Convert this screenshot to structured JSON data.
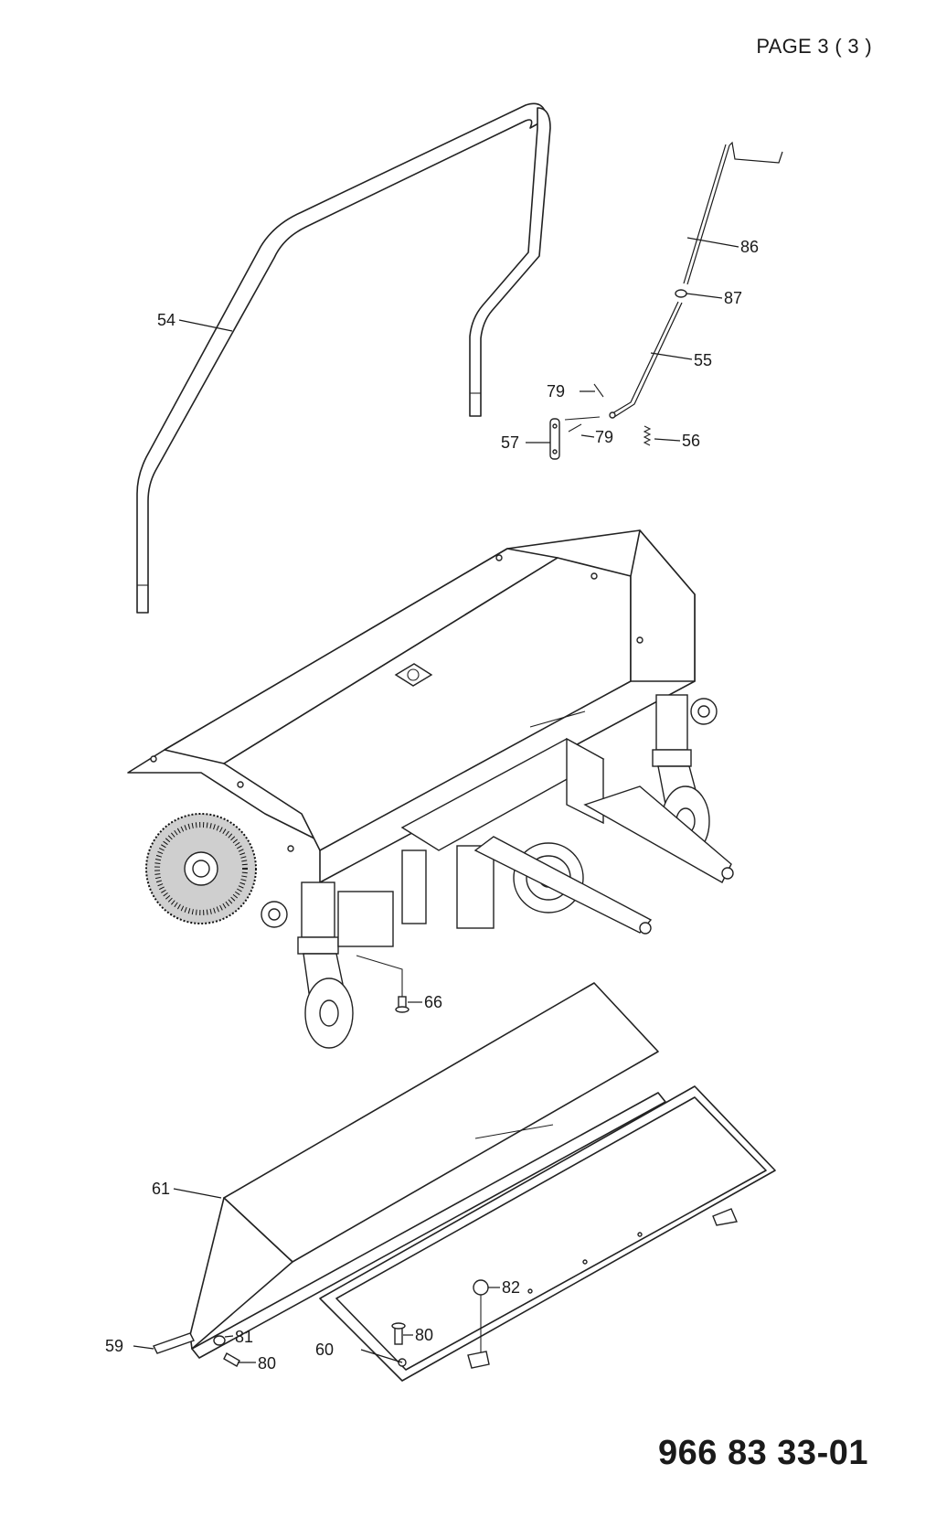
{
  "header": {
    "page_label": "PAGE 3 ( 3 )"
  },
  "footer": {
    "doc_number": "966 83 33-01"
  },
  "callouts": {
    "c54": "54",
    "c86": "86",
    "c87": "87",
    "c55": "55",
    "c79a": "79",
    "c79b": "79",
    "c57": "57",
    "c56": "56",
    "c66": "66",
    "c61": "61",
    "c82": "82",
    "c59": "59",
    "c81": "81",
    "c80a": "80",
    "c80b": "80",
    "c60": "60"
  }
}
